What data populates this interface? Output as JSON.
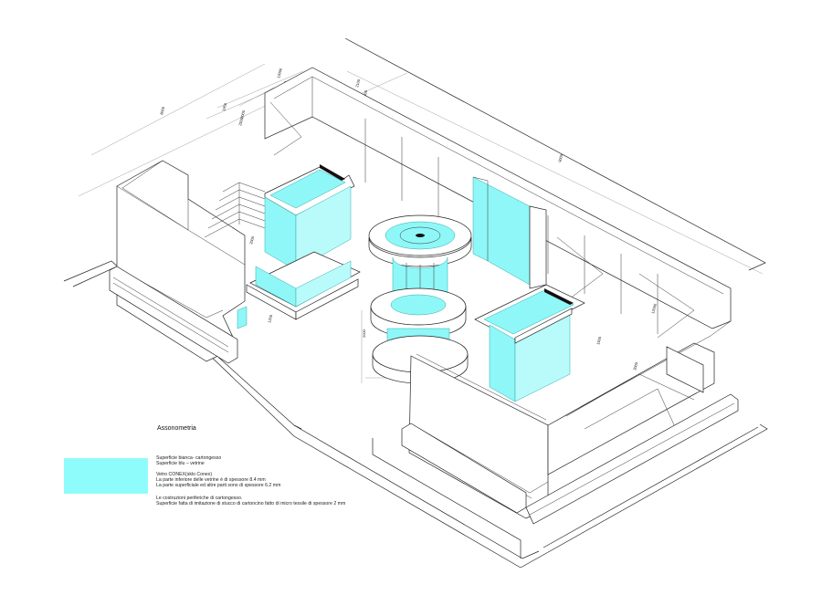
{
  "drawing": {
    "caption": "Assonometria",
    "colors": {
      "glass": "#8ffcfc",
      "line": "#222222",
      "background": "#ffffff"
    },
    "legend": {
      "surfaces": [
        "Superficie bianca- cartongesso",
        "Superficie blu – vetrine"
      ],
      "glass": [
        "Vetro CONEX(sklo Conex)",
        "La parte inferiore delle vetrine è di spessore 8.4 mm",
        "La parte superficiale ed altre parti sono di spessore 6.2 mm"
      ],
      "construction": [
        "Le costruzioni periferiche di cartongesso.",
        "Superficie fatta di imitazione di stucco di cartoncino fatto di micro tessile di spessore 2 mm"
      ]
    },
    "dimensions": [
      "8000",
      "1950",
      "8000",
      "13000",
      "1800",
      "2100",
      "3000",
      "5000",
      "9000",
      "15000",
      "4000",
      "3000",
      "1200",
      "2000",
      "900",
      "1500",
      "3000",
      "12000",
      "2000",
      "2500",
      "2000",
      "1500",
      "3000"
    ]
  }
}
